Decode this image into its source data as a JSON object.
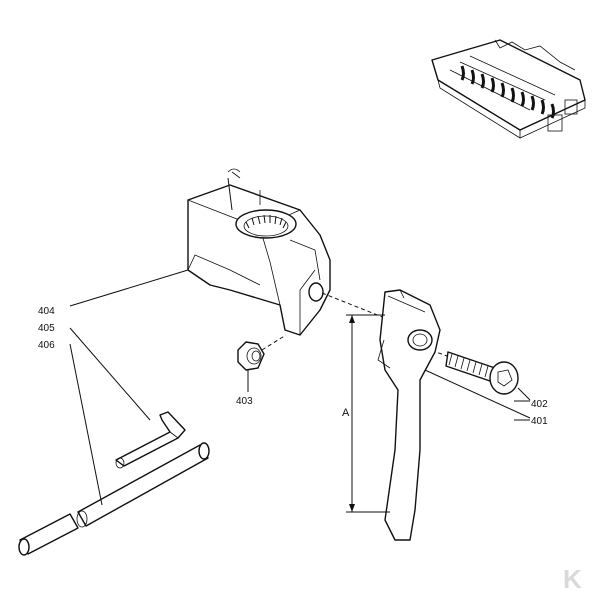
{
  "part_labels": {
    "p401": "401",
    "p402": "402",
    "p403": "403",
    "p404": "404",
    "p405": "405",
    "p406": "406"
  },
  "dimension_label": "A",
  "logo_text": "K",
  "colors": {
    "line": "#111111",
    "background": "#ffffff",
    "logo": "#d9d9d9"
  }
}
